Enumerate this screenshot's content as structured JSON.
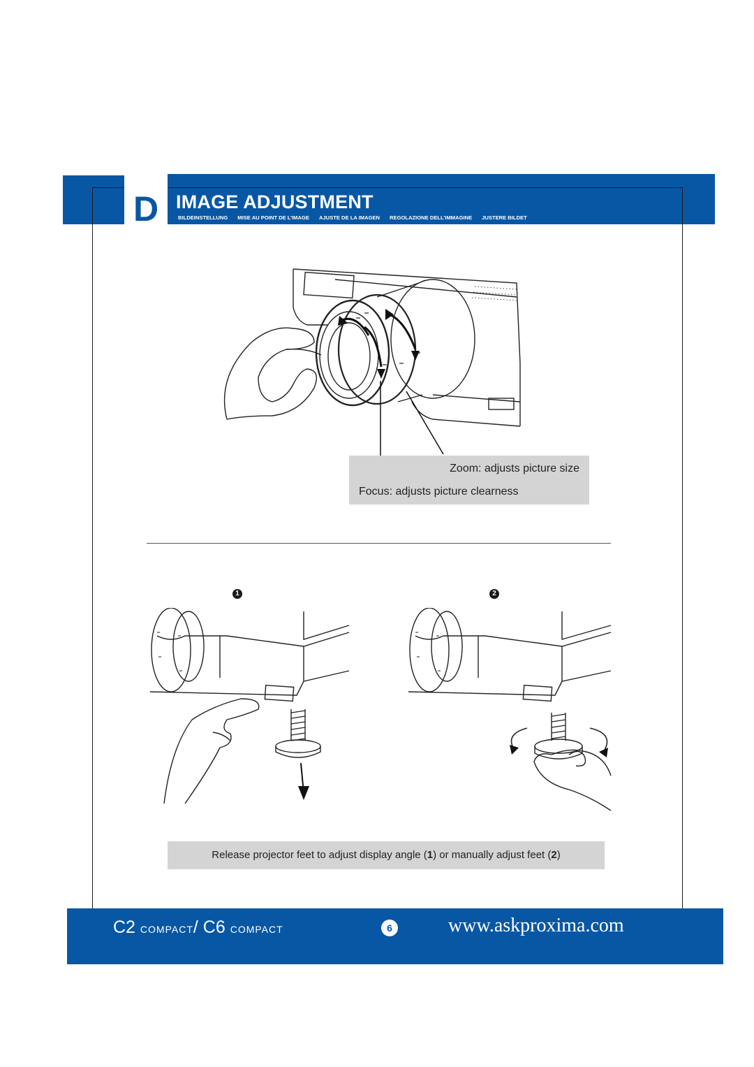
{
  "section": {
    "letter": "D",
    "title": "IMAGE ADJUSTMENT",
    "translations": [
      "BILDEINSTELLUNG",
      "MISE AU POINT DE L’IMAGE",
      "AJUSTE DE LA IMAGEN",
      "REGOLAZIONE DELL’IMMAGINE",
      "JUSTERE BILDET"
    ]
  },
  "lens_callout": {
    "zoom": "Zoom: adjusts picture size",
    "focus": "Focus: adjusts picture clearness"
  },
  "feet": {
    "step1": "1",
    "step2": "2",
    "caption_part1": "Release projector feet to adjust display angle (",
    "caption_step1": "1",
    "caption_part2": ") or manually adjust feet (",
    "caption_step2": "2",
    "caption_part3": ")"
  },
  "footer": {
    "model_a": "C2",
    "model_a_suffix": "COMPACT",
    "separator": "/",
    "model_b": "C6",
    "model_b_suffix": "COMPACT",
    "page_number": "6",
    "url": "www.askproxima.com"
  },
  "colors": {
    "brand_blue": "#0857a5",
    "callout_gray": "#d4d4d4"
  },
  "icons": [
    "lens-illustration",
    "foot-release-illustration",
    "foot-rotate-illustration"
  ]
}
